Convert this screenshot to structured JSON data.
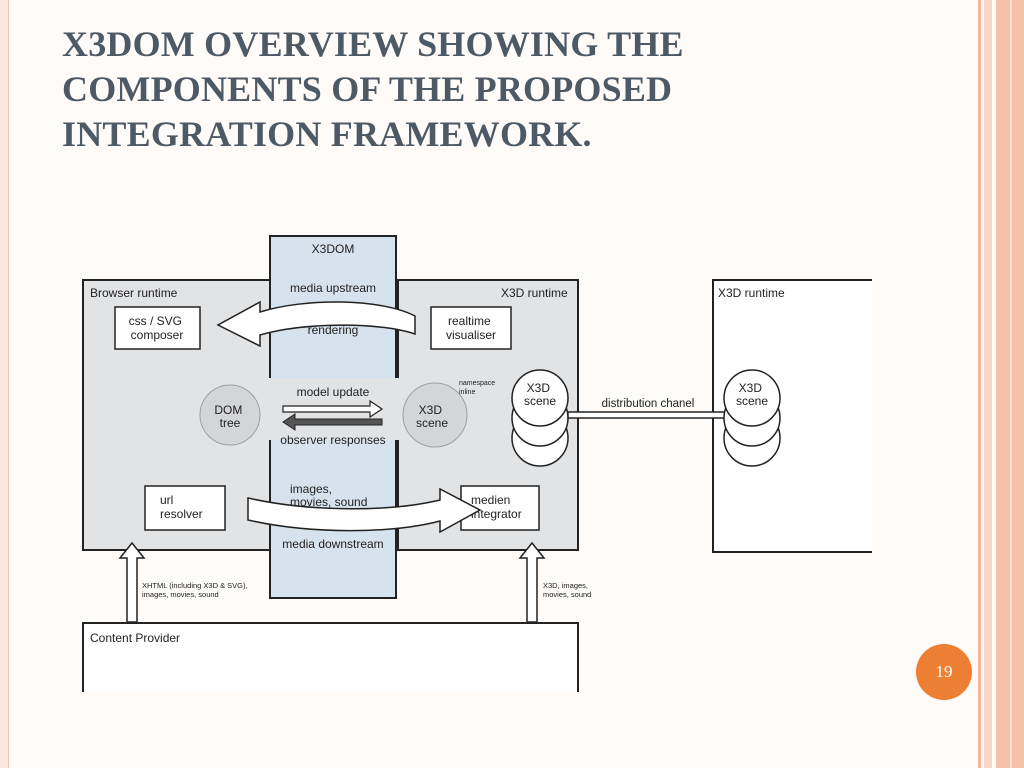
{
  "slide": {
    "title": "X3DOM OVERVIEW SHOWING THE\nCOMPONENTS OF THE PROPOSED\nINTEGRATION FRAMEWORK.",
    "page_number": "19"
  },
  "diagram": {
    "x3dom_label": "X3DOM",
    "browser_runtime_label": "Browser runtime",
    "x3d_runtime_label": "X3D runtime",
    "x3d_runtime_remote_label": "X3D runtime",
    "css_svg_composer": [
      "css / SVG",
      "composer"
    ],
    "realtime_visualiser": [
      "realtime",
      "visualiser"
    ],
    "url_resolver": [
      "url",
      "resolver"
    ],
    "media_integrator": [
      "medien",
      "integrator"
    ],
    "dom_tree": [
      "DOM",
      "tree"
    ],
    "x3d_scene_inner": [
      "X3D",
      "scene"
    ],
    "x3d_scene_stack": [
      "X3D",
      "scene"
    ],
    "x3d_scene_remote": [
      "X3D",
      "scene"
    ],
    "media_upstream": "media upstream",
    "rendering": "rendering",
    "model_update": "model update",
    "observer_responses": "observer responses",
    "images_movies_sound": [
      "images,",
      "movies, sound"
    ],
    "media_downstream": "media downstream",
    "namespace_inline": [
      "namespace",
      "inline"
    ],
    "distribution_chanel": "distribution chanel",
    "content_provider": "Content Provider",
    "left_input_note": [
      "XHTML (including X3D & SVG),",
      "images, movies, sound"
    ],
    "right_input_note": [
      "X3D, images,",
      "movies, sound"
    ]
  },
  "colors": {
    "accent_badge": "#ee8033",
    "title_text": "#4d5a66",
    "x3dom_column": "#d6e3ef",
    "runtime_fill": "#e2e3e5"
  }
}
